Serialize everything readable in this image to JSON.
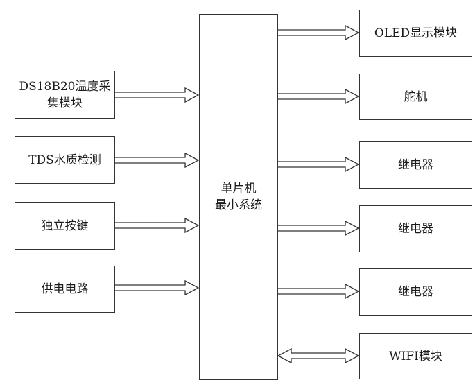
{
  "diagram": {
    "center": {
      "label": "单片机\n最小系统"
    },
    "inputs": [
      {
        "label": "DS18B20温度采\n集模块"
      },
      {
        "label": "TDS水质检测"
      },
      {
        "label": "独立按键"
      },
      {
        "label": "供电电路"
      }
    ],
    "outputs": [
      {
        "label": "OLED显示模块",
        "direction": "out"
      },
      {
        "label": "舵机",
        "direction": "out"
      },
      {
        "label": "继电器",
        "direction": "out"
      },
      {
        "label": "继电器",
        "direction": "out"
      },
      {
        "label": "继电器",
        "direction": "out"
      },
      {
        "label": "WIFI模块",
        "direction": "bidirectional"
      }
    ],
    "colors": {
      "stroke": "#333333",
      "fill": "#ffffff"
    }
  }
}
